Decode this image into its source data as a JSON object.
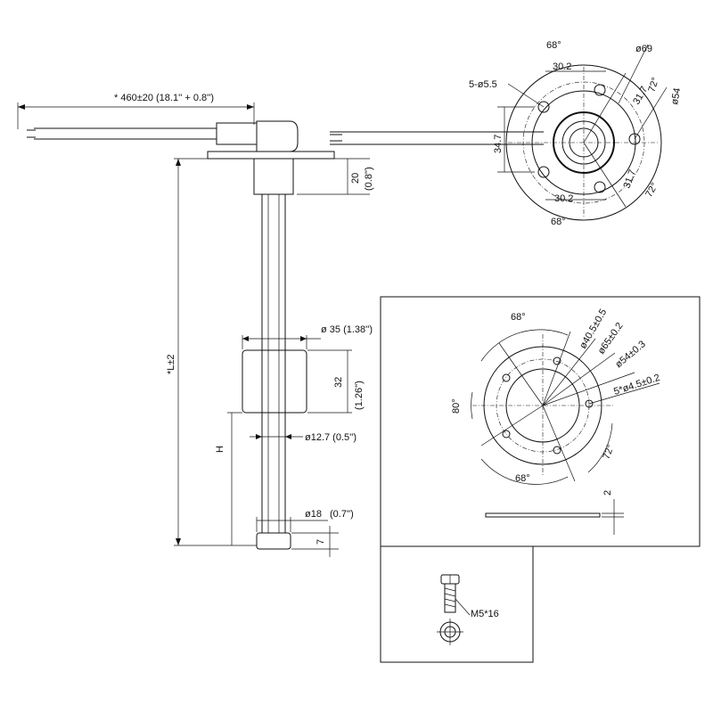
{
  "side_view": {
    "cable_length": "* 460±20 (18.1'' + 0.8'')",
    "flange_height": "20",
    "flange_height_in": "(0.8'')",
    "rod_length": "*L±2",
    "float_diameter": "ø 35 (1.38'')",
    "float_height": "32",
    "float_height_in": "(1.26'')",
    "float_travel": "H",
    "rod_diameter": "ø12.7 (0.5'')",
    "stop_diameter": "ø18",
    "stop_diameter_in": "(0.7'')",
    "stop_height": "7"
  },
  "top_view": {
    "angle_top": "68°",
    "outer_diameter": "ø69",
    "chord_top": "30.2",
    "holes": "5-ø5.5",
    "angle_right_top": "72°",
    "chord_right_top": "31.7",
    "bolt_circle": "ø54",
    "cable_offset": "34.7",
    "chord_bottom": "30.2",
    "chord_right_bottom": "31.7",
    "angle_right_bottom": "72°",
    "angle_bottom": "68°"
  },
  "gasket_view": {
    "angle_top": "68°",
    "inner_diameter": "ø40.5±0.5",
    "outer_diameter": "ø65±0.2",
    "bolt_circle": "ø54±0.3",
    "holes": "5*ø4.5±0.2",
    "angle_left": "80°",
    "angle_right": "72°",
    "angle_bottom": "68°",
    "thickness": "2"
  },
  "screw_view": {
    "screw_size": "M5*16"
  }
}
